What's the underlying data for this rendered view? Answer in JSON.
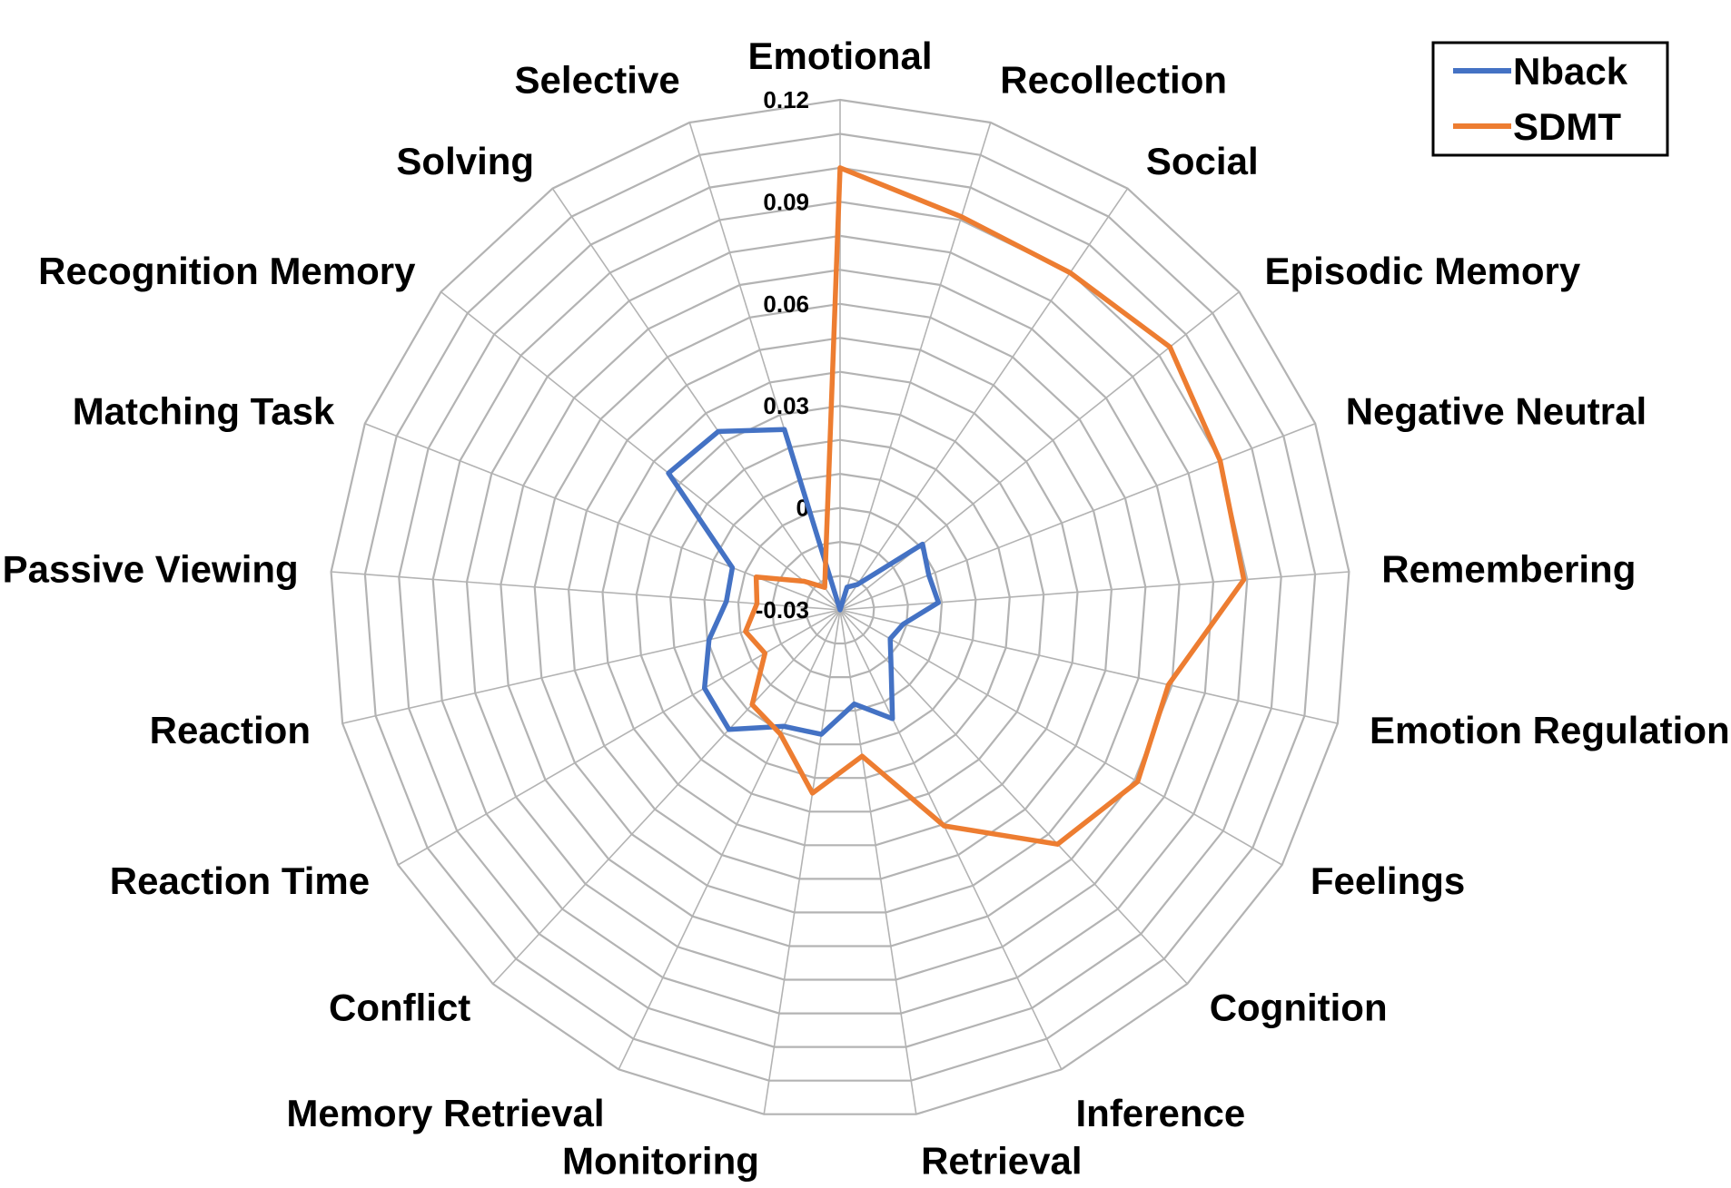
{
  "chart_data": {
    "type": "radar",
    "categories": [
      "Emotional",
      "Recollection",
      "Social",
      "Episodic Memory",
      "Negative Neutral",
      "Remembering",
      "Emotion Regulation",
      "Feelings",
      "Cognition",
      "Inference",
      "Retrieval",
      "Monitoring",
      "Memory Retrieval",
      "Conflict",
      "Reaction Time",
      "Reaction",
      "Passive Viewing",
      "Matching Task",
      "Recognition Memory",
      "Solving",
      "Selective"
    ],
    "radial_ticks": [
      "0.12",
      "0.09",
      "0.06",
      "0.03",
      "0",
      "-0.03"
    ],
    "rlim": [
      -0.03,
      0.12
    ],
    "grid": true,
    "legend_position": "top-right",
    "series": [
      {
        "name": "Nback",
        "color": "#4472c4",
        "values": [
          -0.03,
          -0.023,
          -0.021,
          0.001,
          -0.002,
          -0.001,
          -0.011,
          -0.013,
          -0.008,
          0.0055,
          -0.002,
          0.007,
          0.008,
          0.018,
          0.016,
          0.0095,
          0.0035,
          0.004,
          0.0345,
          0.0335,
          0.0255
        ]
      },
      {
        "name": "SDMT",
        "color": "#ed7d31",
        "values": [
          0.1,
          0.091,
          0.09,
          0.094,
          0.09,
          0.089,
          0.069,
          0.071,
          0.064,
          0.0405,
          0.0135,
          0.0245,
          0.0105,
          0.008,
          -0.0045,
          -0.0015,
          -0.0055,
          -0.0035,
          -0.0165,
          -0.022,
          -0.0155
        ]
      }
    ]
  }
}
